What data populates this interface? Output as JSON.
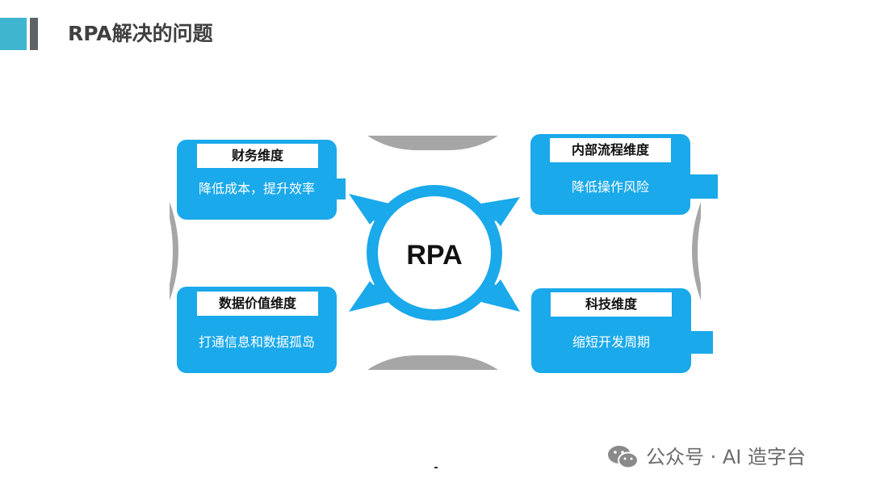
{
  "header": {
    "title": "RPA解决的问题"
  },
  "diagram": {
    "center_label": "RPA",
    "cards": [
      {
        "title": "财务维度",
        "description": "降低成本，提升效率"
      },
      {
        "title": "内部流程维度",
        "description": "降低操作风险"
      },
      {
        "title": "数据价值维度",
        "description": "打通信息和数据孤岛"
      },
      {
        "title": "科技维度",
        "description": "缩短开发周期"
      }
    ]
  },
  "watermark": {
    "text": "公众号 · AI 造字台"
  },
  "colors": {
    "accent_teal": "#3fb5cf",
    "accent_gray": "#5f6368",
    "card_blue": "#1aa9ea",
    "connector_gray": "#a6a6a6"
  }
}
